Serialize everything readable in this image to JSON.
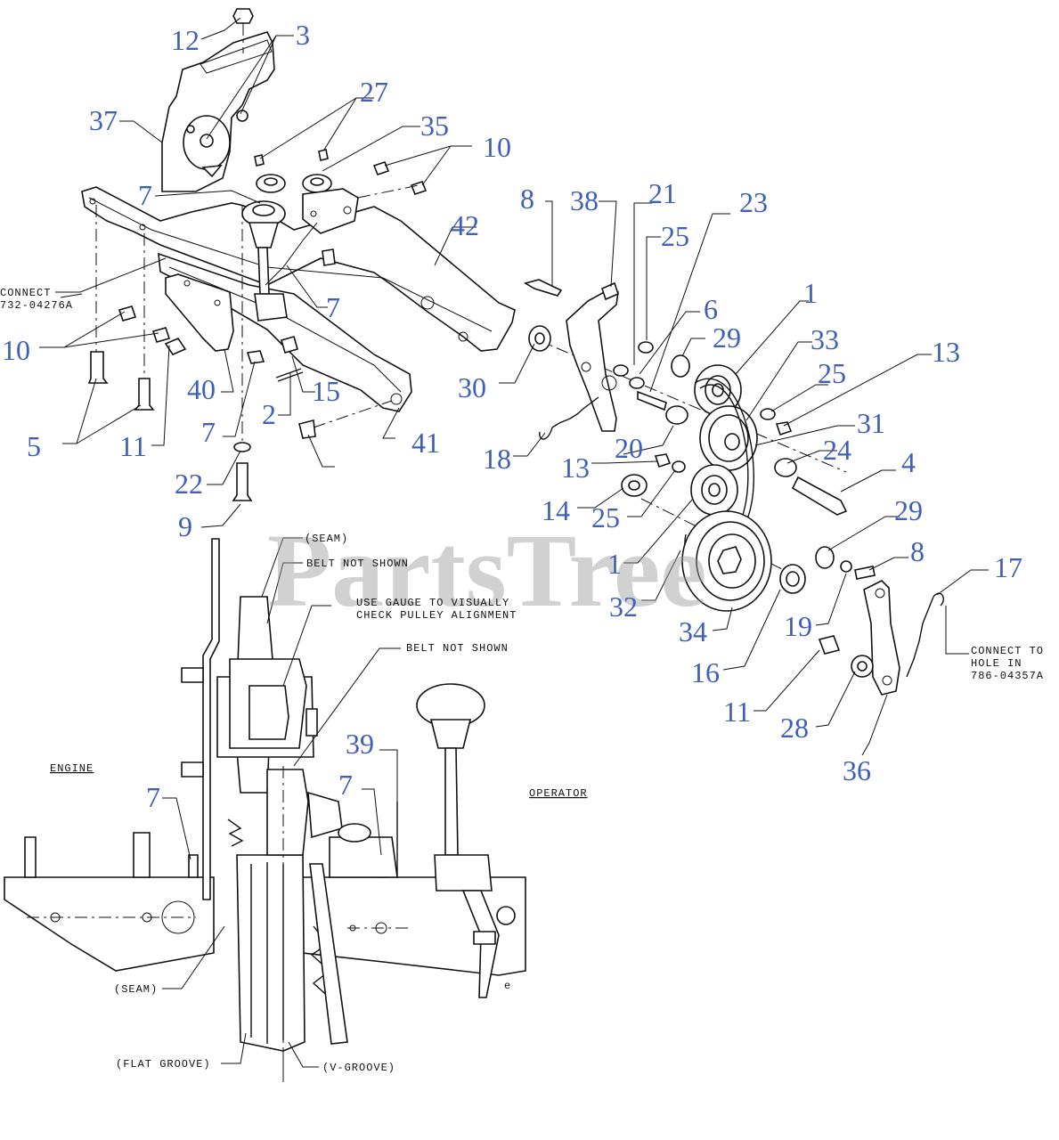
{
  "watermark": "PartsTree",
  "callouts": [
    "12",
    "3",
    "37",
    "27",
    "35",
    "10",
    "7",
    "8",
    "38",
    "21",
    "23",
    "25",
    "42",
    "7",
    "10",
    "29",
    "6",
    "1",
    "33",
    "13",
    "30",
    "25",
    "5",
    "40",
    "15",
    "2",
    "31",
    "20",
    "24",
    "11",
    "7",
    "41",
    "18",
    "13",
    "4",
    "14",
    "25",
    "22",
    "29",
    "9",
    "1",
    "32",
    "8",
    "17",
    "34",
    "16",
    "19",
    "11",
    "28",
    "36",
    "39",
    "7",
    "7"
  ],
  "notes": {
    "connect_left": [
      "CONNECT",
      "732-04276A"
    ],
    "connect_right": [
      "CONNECT TO",
      "HOLE IN",
      "786-04357A"
    ],
    "seam_top": "(SEAM)",
    "belt_not_shown_1": "BELT NOT SHOWN",
    "gauge": [
      "USE GAUGE TO VISUALLY",
      "CHECK PULLEY ALIGNMENT"
    ],
    "belt_not_shown_2": "BELT NOT SHOWN",
    "engine": "ENGINE",
    "operator": "OPERATOR",
    "seam_bottom": "(SEAM)",
    "flat_groove": "(FLAT GROOVE)",
    "v_groove": "(V-GROOVE)",
    "small_mark": "e"
  }
}
